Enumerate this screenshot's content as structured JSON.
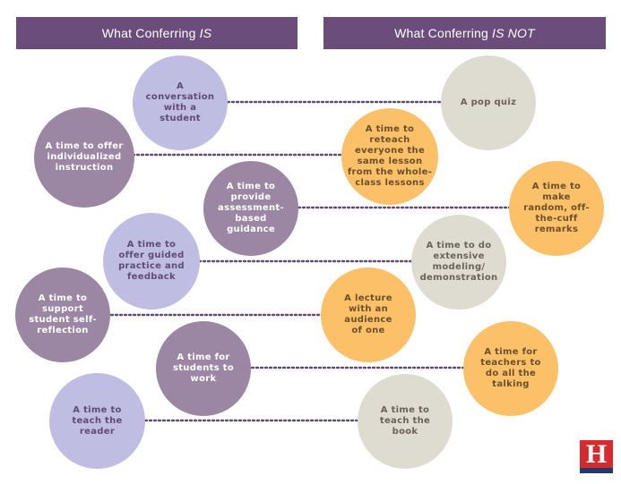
{
  "headers": {
    "left": {
      "text": "What Conferring",
      "emphasis": "IS"
    },
    "right": {
      "text": "What Conferring",
      "emphasis": "IS NOT"
    }
  },
  "rows": [
    {
      "is": "A conversation with a student",
      "is_not": "A pop quiz"
    },
    {
      "is": "A time to offer individualized instruction",
      "is_not": "A time to reteach everyone the same lesson from the whole-class lessons"
    },
    {
      "is": "A time to provide assessment-based guidance",
      "is_not": "A time to make random, off-the-cuff remarks"
    },
    {
      "is": "A time to offer guided practice and feedback",
      "is_not": "A time to do extensive modeling/ demonstration"
    },
    {
      "is": "A time to support student self-reflection",
      "is_not": "A lecture with an audience of one"
    },
    {
      "is": "A time for students to work",
      "is_not": "A time for teachers to do all the talking"
    },
    {
      "is": "A time to teach the reader",
      "is_not": "A time to teach the book"
    }
  ],
  "logo": {
    "letter": "H"
  },
  "colors": {
    "header": "#6b4d7c",
    "lavender": "#c0bde3",
    "purple": "#9b86a4",
    "gray": "#dedcd1",
    "yellow": "#fcc069",
    "dots": "#5f4b73"
  }
}
